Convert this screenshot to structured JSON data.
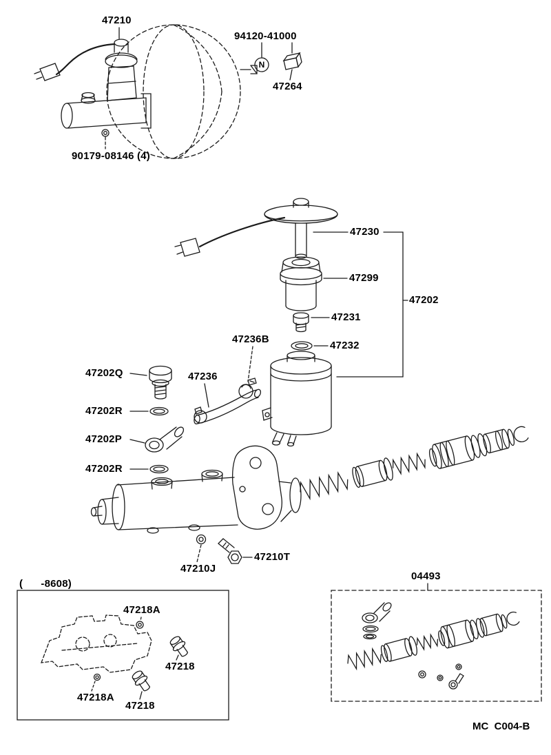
{
  "page": {
    "background": "#ffffff",
    "ink": "#1a1a1a"
  },
  "footer": {
    "code": "MC  C004-B"
  },
  "markers": {
    "n_symbol": "N"
  },
  "insets": {
    "early_range_label": "(      -8608)",
    "kit_label": "04493"
  },
  "parts": {
    "p47210": "47210",
    "p94120": "94120-41000",
    "p47264": "47264",
    "p90179": "90179-08146 (4)",
    "p47230": "47230",
    "p47299": "47299",
    "p47202": "47202",
    "p47231": "47231",
    "p47236B": "47236B",
    "p47232": "47232",
    "p47202Q": "47202Q",
    "p47236": "47236",
    "p47202R_a": "47202R",
    "p47202P": "47202P",
    "p47202R_b": "47202R",
    "p47210T": "47210T",
    "p47210J": "47210J",
    "p47218A_a": "47218A",
    "p47218_a": "47218",
    "p47218A_b": "47218A",
    "p47218_b": "47218"
  }
}
